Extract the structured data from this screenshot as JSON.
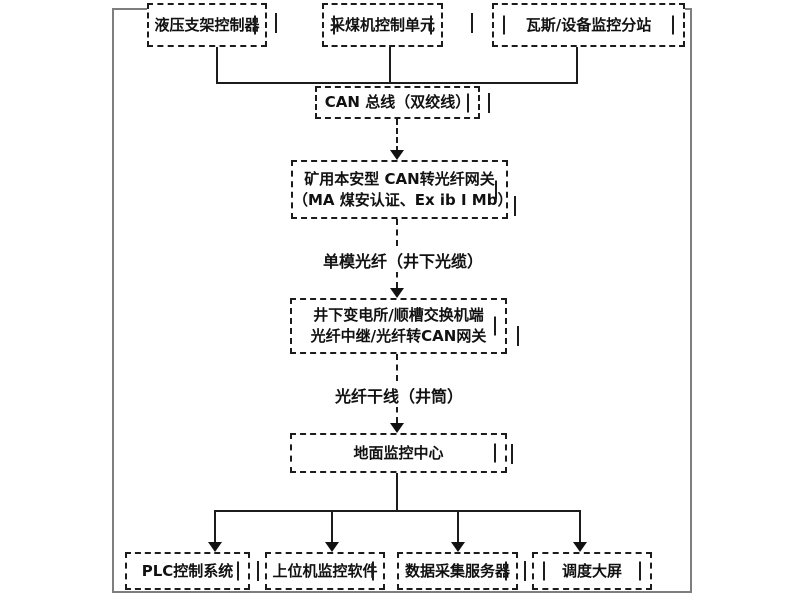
{
  "flowchart": {
    "top_nodes": [
      {
        "label": "液压支架控制器"
      },
      {
        "label": "采煤机控制单元"
      },
      {
        "label": "瓦斯/设备监控分站"
      }
    ],
    "bus_node": {
      "label": "CAN 总线（双绞线）"
    },
    "gateway_node": {
      "line1": "矿用本安型 CAN转光纤网关",
      "line2": "（MA 煤安认证、Ex ib I Mb）"
    },
    "fiber_link_label": "单模光纤（井下光缆）",
    "underground_node": {
      "line1": "井下变电所/顺槽交换机端",
      "line2": "光纤中继/光纤转CAN网关"
    },
    "trunk_link_label": "光纤干线（井筒）",
    "surface_node": {
      "label": "地面监控中心"
    },
    "bottom_nodes": [
      {
        "label": "PLC控制系统"
      },
      {
        "label": "上位机监控软件"
      },
      {
        "label": "数据采集服务器"
      },
      {
        "label": "调度大屏"
      }
    ],
    "colors": {
      "line": "#1c1c1c",
      "frame": "#7e7e7e",
      "arrow": "#111111",
      "background": "#ffffff"
    }
  }
}
